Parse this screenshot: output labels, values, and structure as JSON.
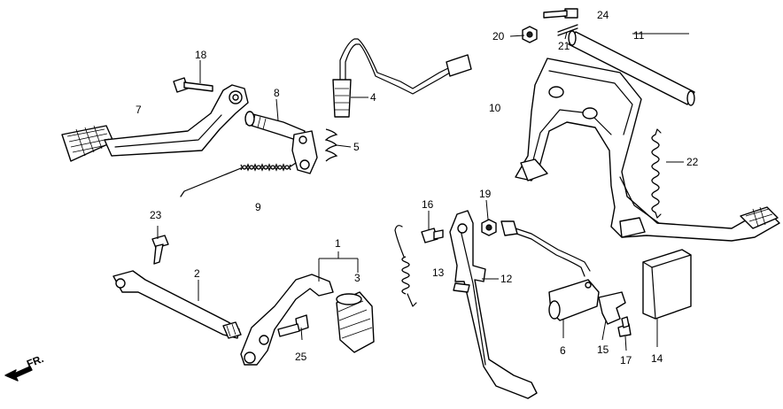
{
  "callouts": {
    "c1": "1",
    "c2": "2",
    "c3": "3",
    "c4": "4",
    "c5": "5",
    "c6": "6",
    "c7": "7",
    "c8": "8",
    "c9": "9",
    "c10": "10",
    "c11": "11",
    "c12": "12",
    "c13": "13",
    "c14": "14",
    "c15": "15",
    "c16": "16",
    "c17": "17",
    "c18": "18",
    "c19": "19",
    "c20": "20",
    "c21": "21",
    "c22": "22",
    "c23": "23",
    "c24": "24",
    "c25": "25"
  },
  "direction": {
    "label": "FR."
  }
}
